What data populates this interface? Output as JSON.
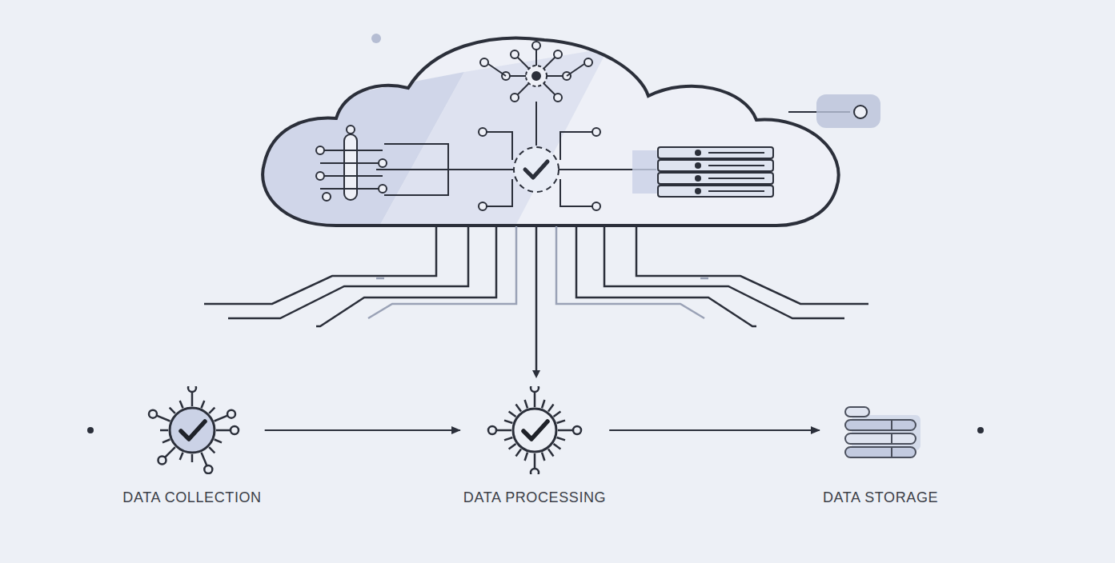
{
  "diagram": {
    "nodes": [
      {
        "text": [
          "DATA COLLECTION"
        ]
      },
      {
        "text": [
          "DATA PROCESSING"
        ]
      },
      {
        "text": [
          "DATA STORAGE"
        ]
      }
    ],
    "edges": [
      {
        "from": 0,
        "to": 1,
        "arrow": "to"
      },
      {
        "from": 1,
        "to": 2,
        "arrow": "to"
      }
    ]
  }
}
